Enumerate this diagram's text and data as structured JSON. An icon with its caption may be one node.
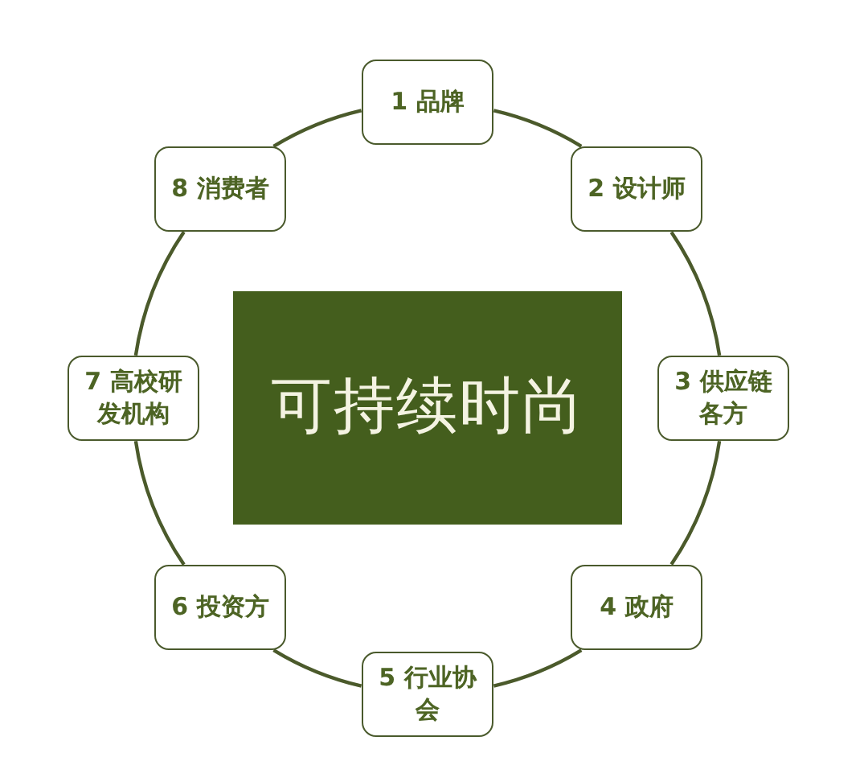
{
  "diagram": {
    "nodes": [
      {
        "text": [
          "可持续时尚"
        ]
      },
      {
        "text": [
          "1 品牌"
        ]
      },
      {
        "text": [
          "2 设计师"
        ]
      },
      {
        "text": [
          "3 供应链各方"
        ]
      },
      {
        "text": [
          "4 政府"
        ]
      },
      {
        "text": [
          "5 行业协会"
        ]
      },
      {
        "text": [
          "6 投资方"
        ]
      },
      {
        "text": [
          "7 高校研发机构"
        ]
      },
      {
        "text": [
          "8 消费者"
        ]
      }
    ],
    "edges": [
      {
        "from": 1,
        "to": 2,
        "arrow": "none"
      },
      {
        "from": 2,
        "to": 3,
        "arrow": "none"
      },
      {
        "from": 3,
        "to": 4,
        "arrow": "none"
      },
      {
        "from": 4,
        "to": 5,
        "arrow": "none"
      },
      {
        "from": 5,
        "to": 6,
        "arrow": "none"
      },
      {
        "from": 6,
        "to": 7,
        "arrow": "none"
      },
      {
        "from": 7,
        "to": 8,
        "arrow": "none"
      },
      {
        "from": 8,
        "to": 1,
        "arrow": "none"
      }
    ]
  }
}
